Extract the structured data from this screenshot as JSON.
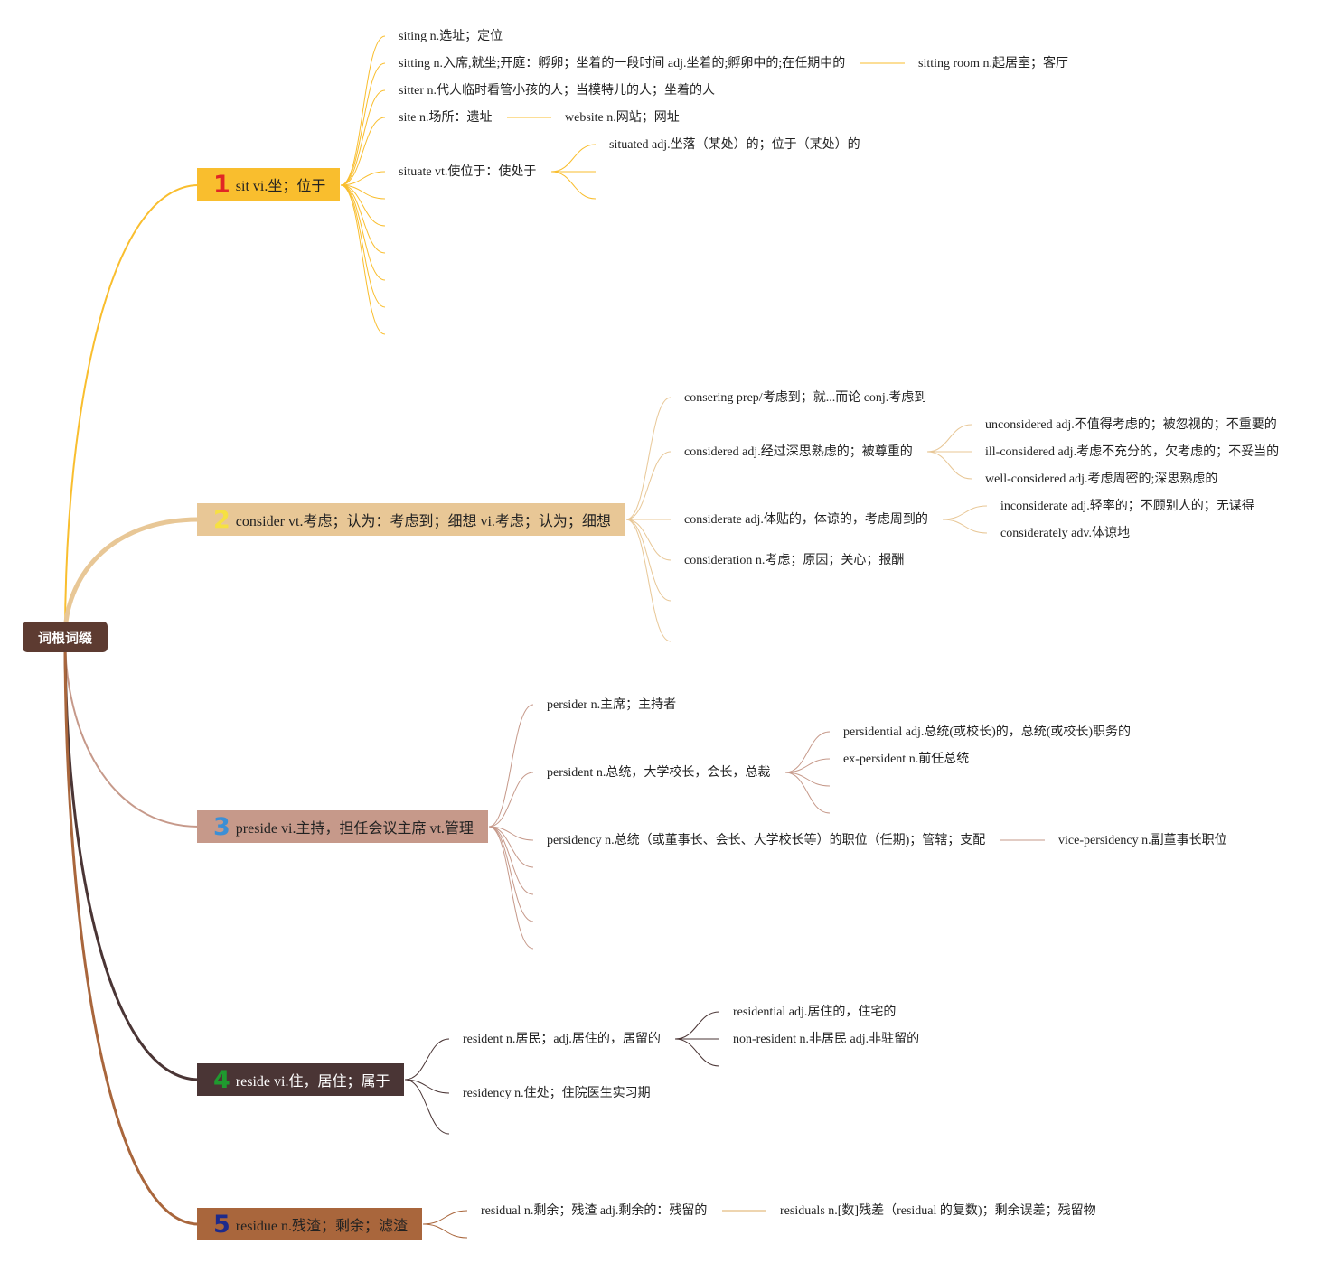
{
  "root": {
    "label": "词根词缀"
  },
  "colors": {
    "sit": "#f9be2e",
    "consider": "#e8c796",
    "preside": "#c6998a",
    "reside": "#4a3535",
    "residue": "#a9663c",
    "num_sit": "#e12525",
    "num_consider": "#f6e042",
    "num_preside": "#3b8fd6",
    "num_reside": "#1f9a2f",
    "num_residue": "#1d2a8b"
  },
  "branches": [
    {
      "id": "sit",
      "number": "1",
      "label": "sit vi.坐；位于",
      "children": [
        {
          "label": "siting n.选址；定位"
        },
        {
          "label": "sitting n.入席,就坐;开庭：孵卵；坐着的一段时间 adj.坐着的;孵卵中的;在任期中的",
          "children": [
            {
              "label": "sitting room n.起居室；客厅"
            }
          ]
        },
        {
          "label": "sitter n.代人临时看管小孩的人；当模特儿的人；坐着的人"
        },
        {
          "label": "site n.场所：遗址",
          "children": [
            {
              "label": "website n.网站；网址"
            }
          ]
        },
        {
          "label": "situate vt.使位于：使处于",
          "children": [
            {
              "label": "situated adj.坐落（某处）的；位于（某处）的"
            }
          ]
        }
      ]
    },
    {
      "id": "consider",
      "number": "2",
      "label": "consider vt.考虑；认为：考虑到；细想 vi.考虑；认为；细想",
      "children": [
        {
          "label": "consering prep/考虑到；就...而论 conj.考虑到"
        },
        {
          "label": "considered adj.经过深思熟虑的；被尊重的",
          "children": [
            {
              "label": "unconsidered adj.不值得考虑的；被忽视的；不重要的"
            },
            {
              "label": "ill-considered adj.考虑不充分的，欠考虑的；不妥当的"
            },
            {
              "label": "well-considered adj.考虑周密的;深思熟虑的"
            }
          ]
        },
        {
          "label": "considerate adj.体贴的，体谅的，考虑周到的",
          "children": [
            {
              "label": "inconsiderate adj.轻率的；不顾别人的；无谋得"
            },
            {
              "label": "considerately adv.体谅地"
            }
          ]
        },
        {
          "label": "consideration n.考虑；原因；关心；报酬"
        }
      ]
    },
    {
      "id": "preside",
      "number": "3",
      "label": "preside vi.主持，担任会议主席 vt.管理",
      "children": [
        {
          "label": "persider n.主席；主持者"
        },
        {
          "label": "persident n.总统，大学校长，会长，总裁",
          "children": [
            {
              "label": "persidential adj.总统(或校长)的，总统(或校长)职务的"
            },
            {
              "label": "ex-persident n.前任总统"
            }
          ]
        },
        {
          "label": "persidency n.总统（或董事长、会长、大学校长等）的职位（任期)；管辖；支配",
          "children": [
            {
              "label": "vice-persidency n.副董事长职位"
            }
          ]
        }
      ]
    },
    {
      "id": "reside",
      "number": "4",
      "label": "reside vi.住，居住；属于",
      "children": [
        {
          "label": "resident n.居民；adj.居住的，居留的",
          "children": [
            {
              "label": "residential adj.居住的，住宅的"
            },
            {
              "label": "non-resident n.非居民 adj.非驻留的"
            }
          ]
        },
        {
          "label": "residency n.住处；住院医生实习期"
        }
      ]
    },
    {
      "id": "residue",
      "number": "5",
      "label": "residue n.残渣；剩余；滤渣",
      "children": [
        {
          "label": "residual n.剩余；残渣 adj.剩余的：残留的",
          "children": [
            {
              "label": "residuals n.[数]残差（residual 的复数)；剩余误差；残留物"
            }
          ]
        }
      ]
    }
  ]
}
